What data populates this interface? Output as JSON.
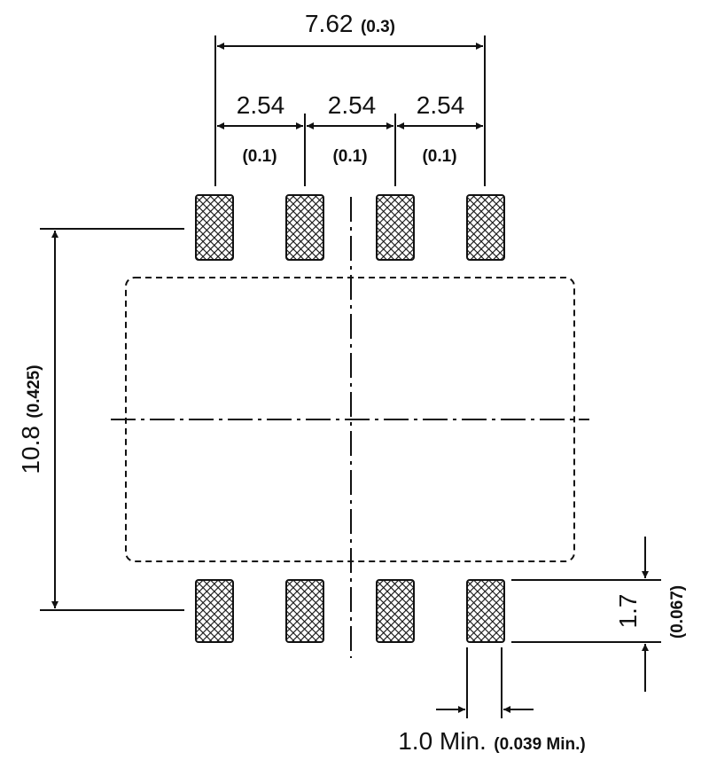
{
  "dimensions": {
    "overall_width": {
      "mm": "7.62",
      "inch": "(0.3)"
    },
    "pitch": [
      {
        "mm": "2.54",
        "inch": "(0.1)"
      },
      {
        "mm": "2.54",
        "inch": "(0.1)"
      },
      {
        "mm": "2.54",
        "inch": "(0.1)"
      }
    ],
    "row_spacing": {
      "mm": "10.8",
      "inch": "(0.425)"
    },
    "pad_length": {
      "mm": "1.7",
      "inch": "(0.067)"
    },
    "pad_width": {
      "mm": "1.0 Min.",
      "inch": "(0.039 Min.)"
    }
  },
  "pads_per_row": 4,
  "colors": {
    "line": "#111111",
    "background": "#ffffff"
  }
}
